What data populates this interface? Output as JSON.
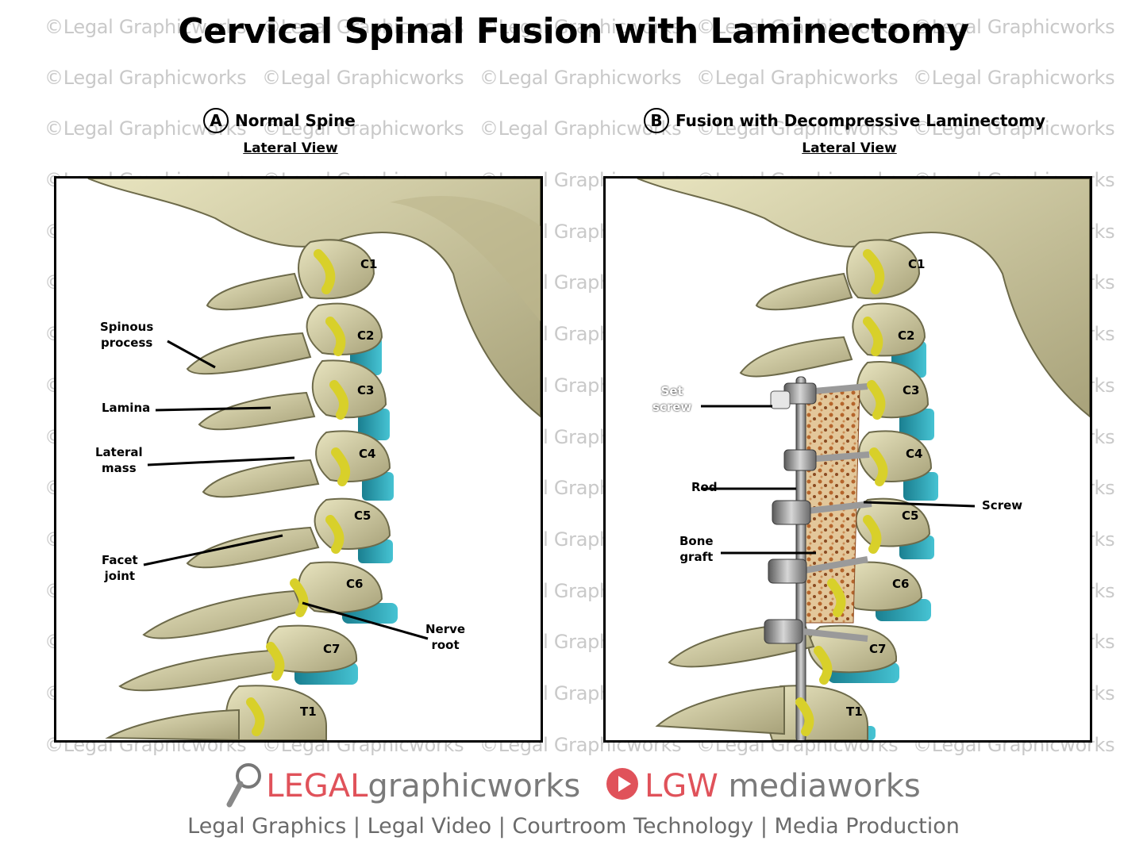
{
  "title": "Cervical Spinal Fusion with Laminectomy",
  "watermark_text": "©Legal Graphicworks",
  "panel_a": {
    "letter": "A",
    "name": "Normal Spine",
    "view": "Lateral View",
    "labels": {
      "spinous_process_1": "Spinous",
      "spinous_process_2": "process",
      "lamina": "Lamina",
      "lateral_mass_1": "Lateral",
      "lateral_mass_2": "mass",
      "facet_joint_1": "Facet",
      "facet_joint_2": "joint",
      "nerve_root_1": "Nerve",
      "nerve_root_2": "root"
    },
    "vertebrae": [
      "C1",
      "C2",
      "C3",
      "C4",
      "C5",
      "C6",
      "C7",
      "T1"
    ]
  },
  "panel_b": {
    "letter": "B",
    "name": "Fusion with Decompressive Laminectomy",
    "view": "Lateral View",
    "labels": {
      "set_screw_1": "Set",
      "set_screw_2": "screw",
      "rod": "Rod",
      "screw": "Screw",
      "bone_graft_1": "Bone",
      "bone_graft_2": "graft"
    },
    "vertebrae": [
      "C1",
      "C2",
      "C3",
      "C4",
      "C5",
      "C6",
      "C7",
      "T1"
    ]
  },
  "logo": {
    "legal": "LEGAL",
    "graphicworks": "graphicworks",
    "lgw": "LGW",
    "mediaworks": "mediaworks"
  },
  "tagline": "Legal Graphics | Legal Video | Courtroom Technology | Media Production",
  "colors": {
    "bone": "#d9d4a8",
    "disc": "#2aa5b8",
    "nerve": "#d8d02a",
    "hardware": "#8c8c8c",
    "brand_red": "#e0525a",
    "brand_grey": "#7a7a7a"
  }
}
